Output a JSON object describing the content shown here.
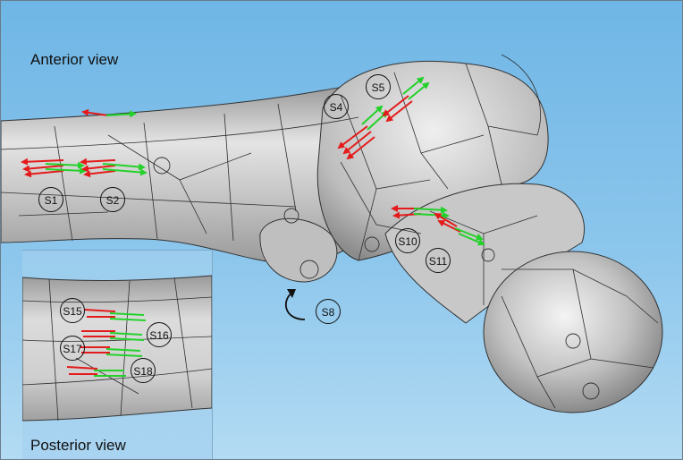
{
  "views": {
    "anterior": "Anterior view",
    "posterior": "Posterior view"
  },
  "sites": {
    "s1": "S1",
    "s2": "S2",
    "s4": "S4",
    "s5": "S5",
    "s8": "S8",
    "s10": "S10",
    "s11": "S11",
    "s15": "S15",
    "s16": "S16",
    "s17": "S17",
    "s18": "S18"
  },
  "colors": {
    "background": "#7fbfe9",
    "bone": "#c4c4c4",
    "force_red": "#e41b1b",
    "force_green": "#23d12a"
  },
  "icons": {
    "rotation": "curved-arrow-icon"
  }
}
